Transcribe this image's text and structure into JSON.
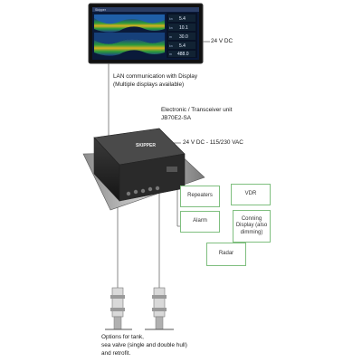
{
  "labels": {
    "display_power": "24 V DC",
    "lan_line1": "LAN communication with Display",
    "lan_line2": "(Multiple displays available)",
    "unit_line1": "Electronic / Transceiver unit",
    "unit_line2": "JB70E2-SA",
    "unit_power": "24 V DC - 115/230 VAC",
    "options_line1": "Options for tank,",
    "options_line2": "sea valve (single and double hull)",
    "options_line3": "and retrofit."
  },
  "boxes": {
    "repeaters": "Repeaters",
    "vdr": "VDR",
    "alarm": "Alarm",
    "conning_line1": "Conning",
    "conning_line2": "Display (also",
    "conning_line3": "dimming)",
    "radar": "Radar"
  },
  "device": {
    "brand": "SKIPPER"
  },
  "display_screen": {
    "header": "Skipper",
    "readouts": [
      "5.4",
      "10.1",
      "30.0",
      "5.4",
      "488.0"
    ],
    "readout_units": [
      "kn",
      "kn",
      "m",
      "kn",
      "m"
    ]
  },
  "colors": {
    "box_border": "#7fbf7f",
    "line": "#6a6a6a",
    "screen_bg": "#0a1a3a",
    "echo_main": "#2a9a3a",
    "echo_edge": "#d8b020"
  }
}
